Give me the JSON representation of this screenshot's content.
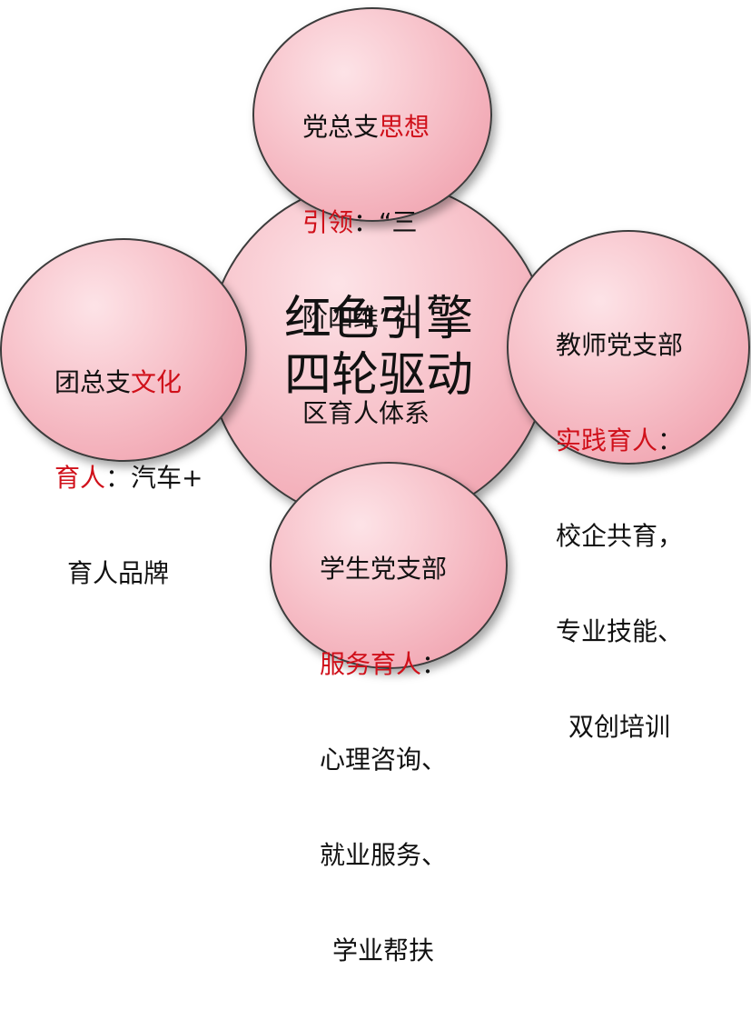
{
  "center": {
    "line1": "红色引擎",
    "line2": "四轮驱动"
  },
  "top": {
    "line1_prefix": "党总支",
    "line1_red": "思想",
    "line2_red": "引领",
    "line2_suffix": "：“三",
    "line3": "阶四维”社",
    "line4": "区育人体系"
  },
  "left": {
    "line1_prefix": "团总支",
    "line1_red": "文化",
    "line2_red": "育人",
    "line2_suffix": "：汽车+",
    "line3": "育人品牌"
  },
  "right": {
    "line1": "教师党支部",
    "line2_red": "实践育人",
    "line2_suffix": "：",
    "line3": "校企共育，",
    "line4": "专业技能、",
    "line5": "双创培训"
  },
  "bottom": {
    "line1": "学生党支部",
    "line2_red": "服务育人",
    "line2_suffix": "：",
    "line3": "心理咨询、",
    "line4": "就业服务、",
    "line5": "学业帮扶"
  }
}
